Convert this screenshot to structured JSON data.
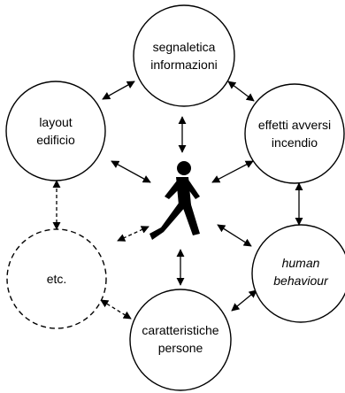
{
  "nodes": [
    {
      "id": "segnaletica",
      "lines": [
        "segnaletica",
        "informazioni"
      ],
      "italic": false,
      "dashed": false
    },
    {
      "id": "layout",
      "lines": [
        "layout",
        "edificio"
      ],
      "italic": false,
      "dashed": false
    },
    {
      "id": "effetti",
      "lines": [
        "effetti avversi",
        "incendio"
      ],
      "italic": false,
      "dashed": false
    },
    {
      "id": "etc",
      "lines": [
        "etc."
      ],
      "italic": false,
      "dashed": true
    },
    {
      "id": "human",
      "lines": [
        "human",
        "behaviour"
      ],
      "italic": true,
      "dashed": false
    },
    {
      "id": "caratteristiche",
      "lines": [
        "caratteristiche",
        "persone"
      ],
      "italic": false,
      "dashed": false
    }
  ],
  "center_icon": "walking-person-icon",
  "connections": [
    {
      "from": "segnaletica",
      "to": "layout",
      "dashed": false
    },
    {
      "from": "segnaletica",
      "to": "effetti",
      "dashed": false
    },
    {
      "from": "effetti",
      "to": "human",
      "dashed": false
    },
    {
      "from": "human",
      "to": "caratteristiche",
      "dashed": false
    },
    {
      "from": "caratteristiche",
      "to": "etc",
      "dashed": true
    },
    {
      "from": "etc",
      "to": "layout",
      "dashed": true
    },
    {
      "from": "center",
      "to": "segnaletica",
      "dashed": false
    },
    {
      "from": "center",
      "to": "layout",
      "dashed": false
    },
    {
      "from": "center",
      "to": "effetti",
      "dashed": false
    },
    {
      "from": "center",
      "to": "human",
      "dashed": false
    },
    {
      "from": "center",
      "to": "caratteristiche",
      "dashed": false
    },
    {
      "from": "center",
      "to": "etc",
      "dashed": true
    }
  ]
}
